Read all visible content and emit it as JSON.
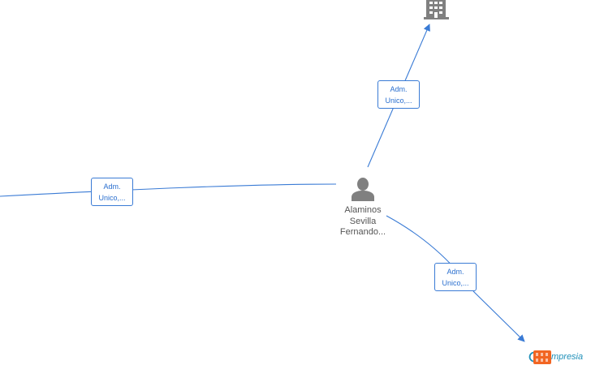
{
  "person": {
    "name_line1": "Alaminos",
    "name_line2": "Sevilla",
    "name_line3": "Fernando..."
  },
  "edges": [
    {
      "label_line1": "Adm.",
      "label_line2": "Unico,..."
    },
    {
      "label_line1": "Adm.",
      "label_line2": "Unico,..."
    },
    {
      "label_line1": "Adm.",
      "label_line2": "Unico,..."
    }
  ],
  "icons": {
    "person": "person-silhouette-icon",
    "company": "building-icon",
    "brand": "empresia-logo-icon"
  },
  "colors": {
    "edge": "#3a7bd5",
    "node_icon": "#808080",
    "brand_orange": "#f26522",
    "brand_teal": "#1f8fb8"
  },
  "brand": {
    "text": "mpresia"
  }
}
